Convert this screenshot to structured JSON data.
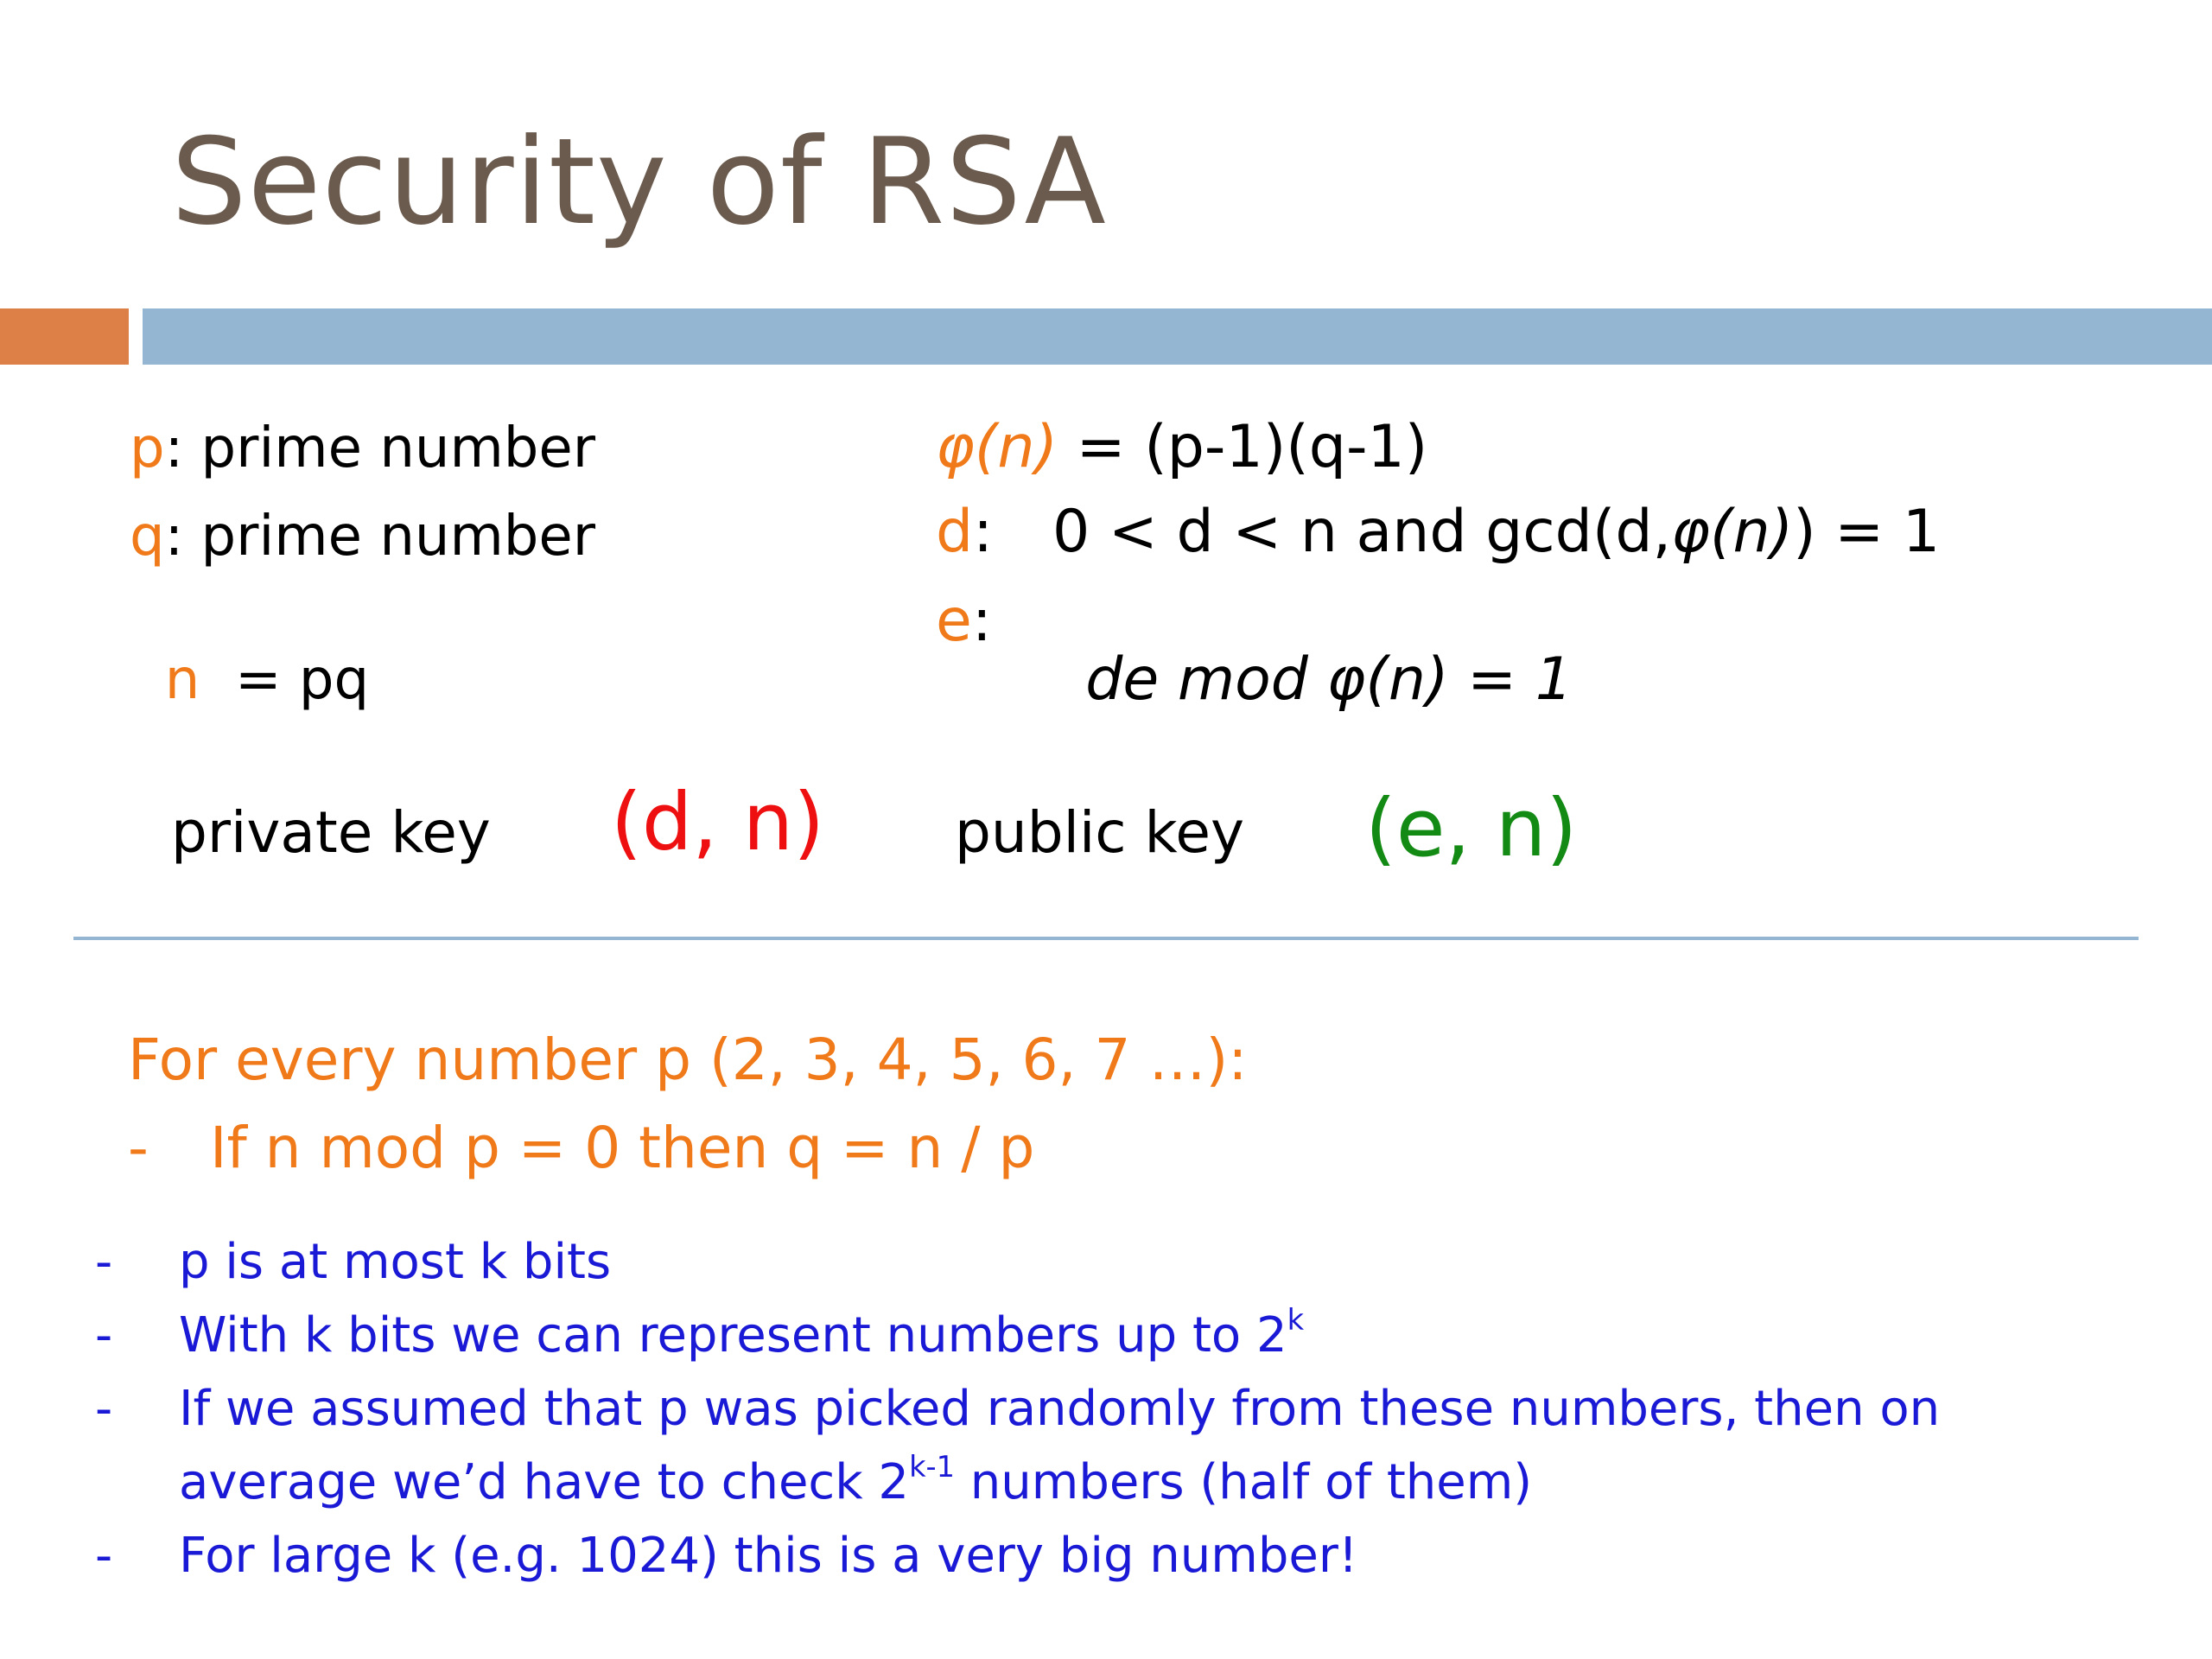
{
  "slide": {
    "title": "Security of RSA"
  },
  "definitions_left": [
    {
      "var": "p",
      "sep": ":",
      "text": " prime number"
    },
    {
      "var": "q",
      "sep": ":",
      "text": " prime number"
    },
    {
      "var": "n",
      "sep": "",
      "text": "  = pq"
    }
  ],
  "definitions_right": {
    "phi": {
      "label": "φ(n)",
      "text": " = (p-1)(q-1)"
    },
    "d": {
      "label": "d",
      "sep": ":",
      "text": "0 < d < n and gcd(d,",
      "phi": "φ(n)",
      "tail": ") = 1"
    },
    "e": {
      "label": "e",
      "sep": ":",
      "text": "de mod ",
      "phi": "φ(n)",
      "tail": " = 1"
    }
  },
  "keys": {
    "private_label": "private key",
    "private_value": "(d, n)",
    "public_label": "public key",
    "public_value": "(e, n)"
  },
  "attack": {
    "line1": "For every number p (2, 3, 4, 5, 6, 7 …):",
    "line2_dash": "-",
    "line2": "If n mod p = 0 then q = n / p"
  },
  "notes": {
    "dash": "-",
    "item1": "p is at most k bits",
    "item2_text": "With k bits we can represent numbers up to 2",
    "item2_sup": "k",
    "item3_line1": "If we assumed that p was picked randomly from these numbers, then on",
    "item3_line2_pre": "average we’d have to check 2",
    "item3_line2_sup": "k-1",
    "item3_line2_post": " numbers (half of them)",
    "item4": "For large k (e.g. 1024) this is a very big number!"
  },
  "colors": {
    "title": "#6b5b4e",
    "accent_orange": "#dd8047",
    "accent_blue": "#94b6d2",
    "text_orange": "#f07a1a",
    "private_red": "#ee1010",
    "public_green": "#138a13",
    "notes_blue": "#1a1ad6"
  }
}
